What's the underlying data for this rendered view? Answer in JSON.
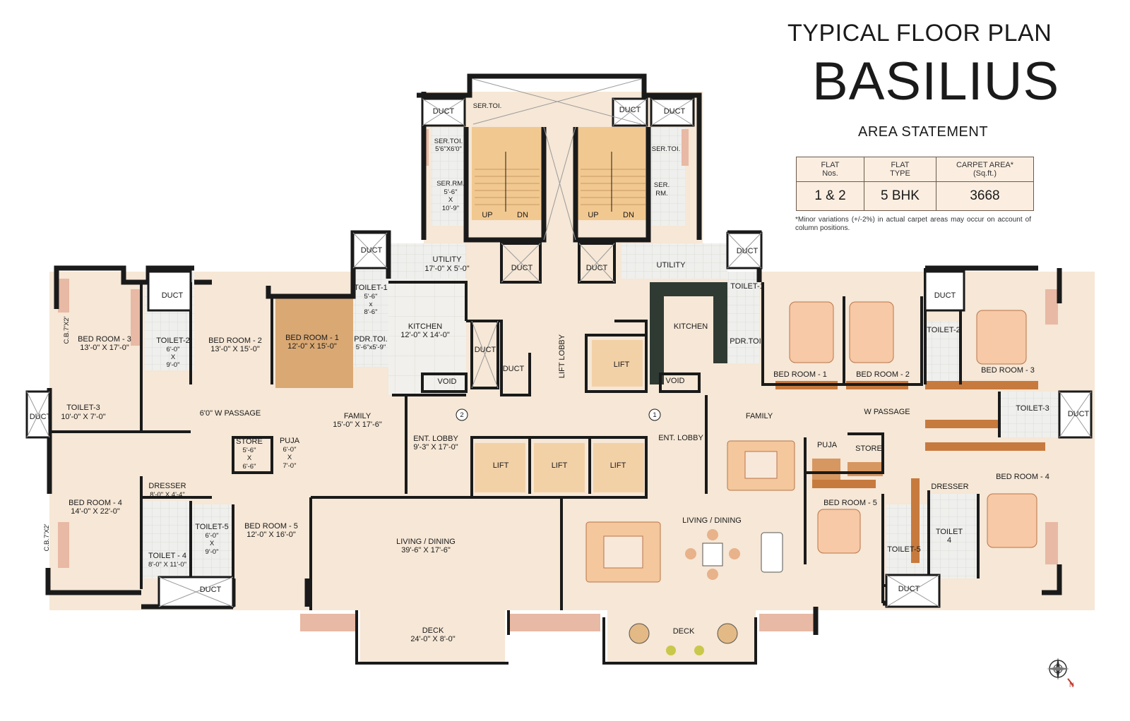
{
  "header": {
    "title": "TYPICAL FLOOR PLAN",
    "project": "BASILIUS",
    "area_heading": "AREA STATEMENT"
  },
  "area_table": {
    "headers": [
      "FLAT Nos.",
      "FLAT TYPE",
      "CARPET AREA* (Sq.ft.)"
    ],
    "header_lines": [
      [
        "FLAT",
        "Nos."
      ],
      [
        "FLAT",
        "TYPE"
      ],
      [
        "CARPET AREA*",
        "(Sq.ft.)"
      ]
    ],
    "row": [
      "1 & 2",
      "5 BHK",
      "3668"
    ]
  },
  "note": "*Minor variations (+/-2%) in actual carpet areas may occur on account of column positions.",
  "colors": {
    "wall": "#1a1a1a",
    "floor": "#f5e4d0",
    "wood_floor": "#d9a873",
    "tile": "#eeeeec",
    "column": "#e8b9a4",
    "lift": "#f3d1a7",
    "stair": "#f0c690"
  },
  "rooms_left": [
    {
      "name": "BED ROOM - 3",
      "dim": "13'-0\" X 17'-0\""
    },
    {
      "name": "BED ROOM - 2",
      "dim": "13'-0\" X 15'-0\""
    },
    {
      "name": "BED ROOM - 1",
      "dim": "12'-0\" X 15'-0\""
    },
    {
      "name": "TOILET-2",
      "dim": "6'-0\"",
      "dim2": "X",
      "dim3": "9'-0\""
    },
    {
      "name": "TOILET-1",
      "dim": "5'-6\"",
      "dim2": "x",
      "dim3": "8'-6\""
    },
    {
      "name": "PDR.TOI.",
      "dim": "5'-6\"x5'-9\""
    },
    {
      "name": "KITCHEN",
      "dim": "12'-0\" X 14'-0\""
    },
    {
      "name": "UTILITY",
      "dim": "17'-0\" X 5'-0\""
    },
    {
      "name": "TOILET-3",
      "dim": "10'-0\" X 7'-0\""
    },
    {
      "name": "6'0\" W PASSAGE"
    },
    {
      "name": "FAMILY",
      "dim": "15'-0\" X 17'-6\""
    },
    {
      "name": "STORE",
      "dim": "5'-6\"",
      "dim2": "X",
      "dim3": "6'-6\""
    },
    {
      "name": "PUJA",
      "dim": "6'-0\"",
      "dim2": "X",
      "dim3": "7'-0\""
    },
    {
      "name": "ENT. LOBBY",
      "dim": "9'-3\" X 17'-0\""
    },
    {
      "name": "BED ROOM - 4",
      "dim": "14'-0\" X 22'-0\""
    },
    {
      "name": "DRESSER",
      "dim": "8'-0\" X 4'-4\""
    },
    {
      "name": "TOILET-5",
      "dim": "6'-0\"",
      "dim2": "X",
      "dim3": "9'-0\""
    },
    {
      "name": "BED ROOM - 5",
      "dim": "12'-0\" X 16'-0\""
    },
    {
      "name": "TOILET - 4",
      "dim": "8'-0\" X 11'-0\""
    },
    {
      "name": "LIVING / DINING",
      "dim": "39'-6\" X 17'-6\""
    },
    {
      "name": "DECK",
      "dim": "24'-0\" X 8'-0\""
    },
    {
      "name": "SER.TOI.",
      "dim": "5'6\"X6'0\""
    },
    {
      "name": "SER.RM.",
      "dim": "5'-6\"",
      "dim2": "X",
      "dim3": "10'-9\""
    }
  ],
  "rooms_right": [
    "SER.TOI.",
    "SER.TOI.",
    "SER.",
    "RM.",
    "UTILITY",
    "TOILET-1",
    "KITCHEN",
    "PDR.TOI.",
    "BED ROOM - 1",
    "BED ROOM - 2",
    "TOILET-2",
    "BED ROOM - 3",
    "FAMILY",
    "W PASSAGE",
    "TOILET-3",
    "PUJA",
    "STORE",
    "DRESSER",
    "BED ROOM - 4",
    "ENT. LOBBY",
    "BED ROOM - 5",
    "LIVING / DINING",
    "TOILET",
    "4",
    "TOILET-5",
    "DECK"
  ],
  "core": {
    "lift": "LIFT",
    "lift_lobby": "LIFT LOBBY",
    "void": "VOID",
    "duct": "DUCT",
    "up": "UP",
    "dn": "DN",
    "cb": "C.B.7'X2'",
    "flat_1": "1",
    "flat_2": "2"
  },
  "compass": "N"
}
